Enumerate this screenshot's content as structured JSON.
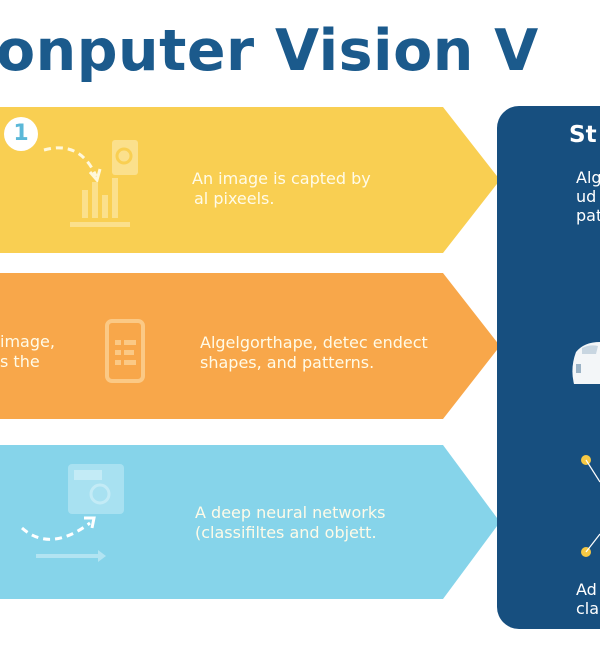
{
  "title": "onputer Vision V",
  "steps": [
    {
      "number": "1",
      "text_line1": "An image is capted by",
      "text_line2": "al pixeels.",
      "color": "#f9cf52"
    },
    {
      "left_line1": "image,",
      "left_line2": "s the",
      "text_line1": "Algelgorthape, detec endect",
      "text_line2": "shapes, and patterns.",
      "color": "#f8a74a"
    },
    {
      "text_line1": "A deep neural networks",
      "text_line2": "(classifiltes and objett.",
      "color": "#86d4ea"
    }
  ],
  "panel": {
    "heading": "St",
    "line1": "Alg",
    "line2": "ud",
    "line3": "pat",
    "bottom_line1": "Ad",
    "bottom_line2": "cla",
    "color": "#174f7f"
  }
}
